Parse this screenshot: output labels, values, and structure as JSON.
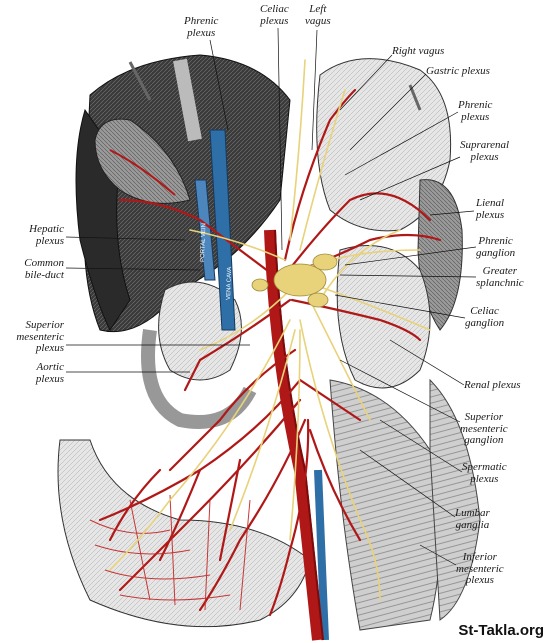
{
  "watermark": "St-Takla.org",
  "labels": {
    "phrenic_plexus_top": [
      "Phrenic",
      "plexus"
    ],
    "celiac_plexus_top": [
      "Celiac",
      "plexus"
    ],
    "left_vagus": [
      "Left",
      "vagus"
    ],
    "right_vagus": [
      "Right vagus"
    ],
    "gastric_plexus": [
      "Gastric plexus"
    ],
    "phrenic_plexus_right": [
      "Phrenic",
      "plexus"
    ],
    "suprarenal_plexus": [
      "Suprarenal",
      "plexus"
    ],
    "lienal_plexus": [
      "Lienal",
      "plexus"
    ],
    "phrenic_ganglion": [
      "Phrenic",
      "ganglion"
    ],
    "greater_splanchnic": [
      "Greater",
      "splanchnic"
    ],
    "celiac_ganglion": [
      "Celiac",
      "ganglion"
    ],
    "renal_plexus": [
      "Renal plexus"
    ],
    "superior_mesenteric_ganglion": [
      "Superior",
      "mesenteric",
      "ganglion"
    ],
    "spermatic_plexus": [
      "Spermatic",
      "plexus"
    ],
    "lumbar_ganglia": [
      "Lumbar",
      "ganglia"
    ],
    "inferior_mesenteric_plexus": [
      "Inferior",
      "mesenteric",
      "plexus"
    ],
    "hepatic_plexus": [
      "Hepatic",
      "plexus"
    ],
    "common_bile_duct": [
      "Common",
      "bile-duct"
    ],
    "superior_mesenteric_plexus": [
      "Superior",
      "mesenteric",
      "plexus"
    ],
    "aortic_plexus": [
      "Aortic",
      "plexus"
    ]
  },
  "vessel_text": {
    "portal_vein": "PORTAL VEIN",
    "vena_cava": "VENA CAVA"
  },
  "colors": {
    "artery": "#b01818",
    "nerve": "#e8d27a",
    "vein": "#2f6fa8",
    "tissue_dark": "#2a2a2a",
    "tissue_light": "#d9d9d9"
  }
}
